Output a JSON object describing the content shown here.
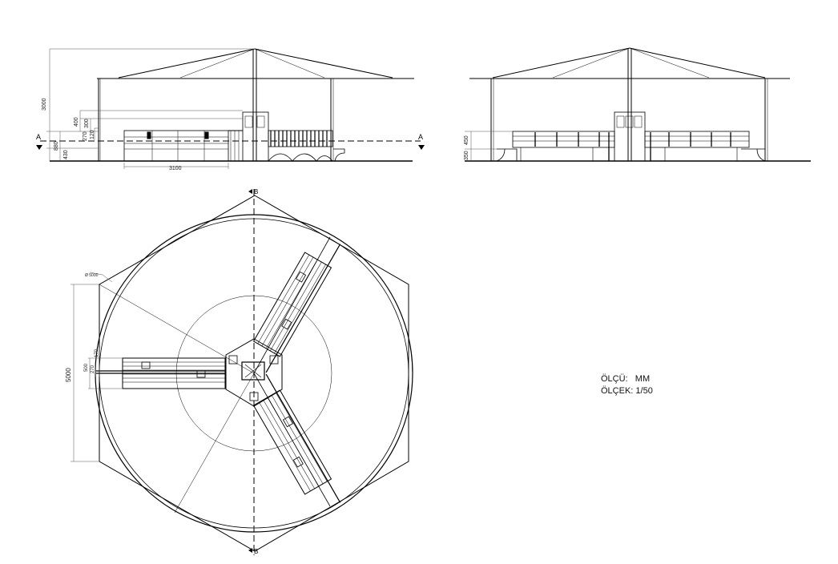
{
  "dimensions": {
    "height_total": "3000",
    "d400": "400",
    "d300": "300",
    "d270": "270",
    "d120": "120",
    "d880": "880",
    "d430": "430",
    "length_3100": "3100",
    "d450": "450",
    "d350": "350",
    "diameter": "Ø 5000",
    "plan_5000": "5000",
    "p500": "500",
    "p270": "270",
    "p170": "170"
  },
  "section_marks": {
    "a": "A",
    "b": "B"
  },
  "notes": {
    "unit_label": "ÖLÇÜ:",
    "unit_value": "MM",
    "scale_label": "ÖLÇEK:",
    "scale_value": "1/50"
  },
  "colors": {
    "line": "#000000",
    "thin": "#555555"
  }
}
